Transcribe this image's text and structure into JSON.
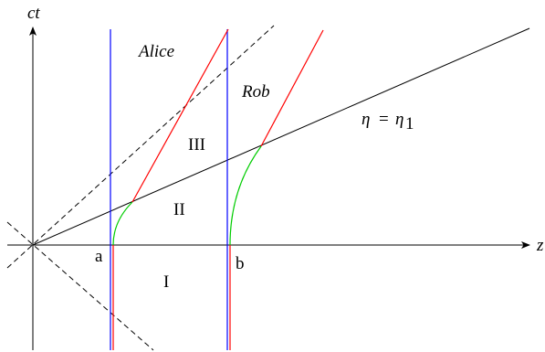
{
  "labels": {
    "vertical_axis": "ct",
    "horizontal_axis": "z",
    "alice": "Alice",
    "rob": "Rob",
    "region_1": "I",
    "region_2": "II",
    "region_3": "III",
    "point_a": "a",
    "point_b": "b",
    "eta_symbol": "η",
    "eta_equals": "=",
    "eta_value": "η",
    "eta_subscript": "1"
  },
  "colors": {
    "axes": "#000000",
    "light_cone": "#000000",
    "inertial_worldline": "#0000ff",
    "accelerated_worldline": "#ff0000",
    "hyperbolic_segment": "#00cc00",
    "simultaneity_line": "#000000"
  }
}
